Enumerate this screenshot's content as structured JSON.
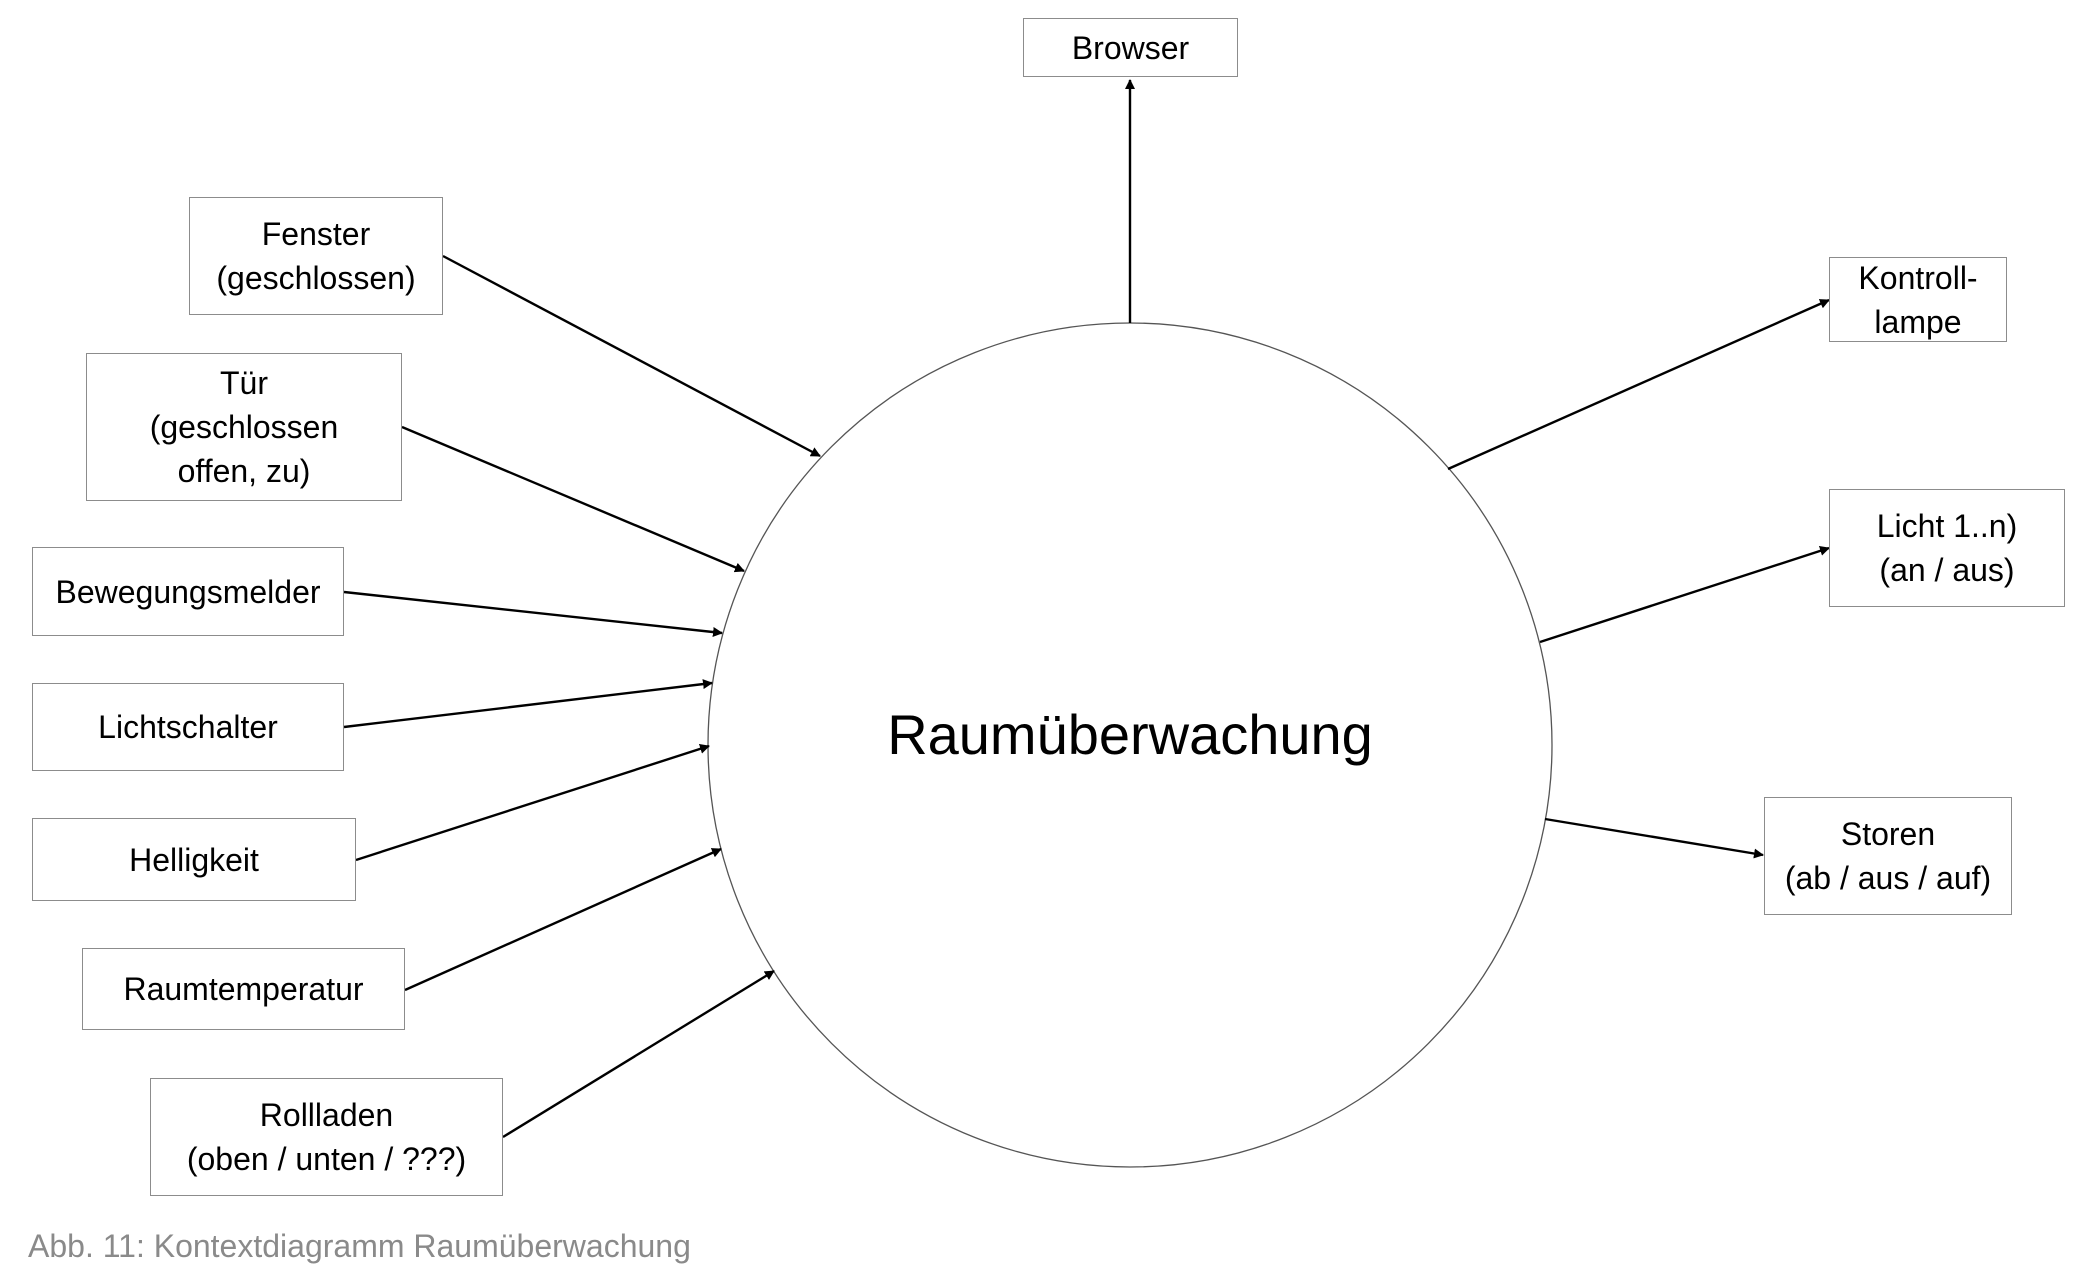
{
  "diagram": {
    "center": "Raumüberwachung",
    "inputs": {
      "fenster": [
        "Fenster",
        "(geschlossen)"
      ],
      "tuer": [
        "Tür",
        "(geschlossen",
        "offen, zu)"
      ],
      "bewegungsmelder": [
        "Bewegungsmelder"
      ],
      "lichtschalter": [
        "Lichtschalter"
      ],
      "helligkeit": [
        "Helligkeit"
      ],
      "raumtemperatur": [
        "Raumtemperatur"
      ],
      "rollladen": [
        "Rollladen",
        "(oben / unten / ???)"
      ]
    },
    "outputs": {
      "browser": [
        "Browser"
      ],
      "kontrolllampe": [
        "Kontroll-",
        "lampe"
      ],
      "licht": [
        "Licht 1..n)",
        "(an / aus)"
      ],
      "storen": [
        "Storen",
        "(ab / aus / auf)"
      ]
    }
  },
  "caption": "Abb. 11: Kontextdiagramm Raumüberwachung"
}
